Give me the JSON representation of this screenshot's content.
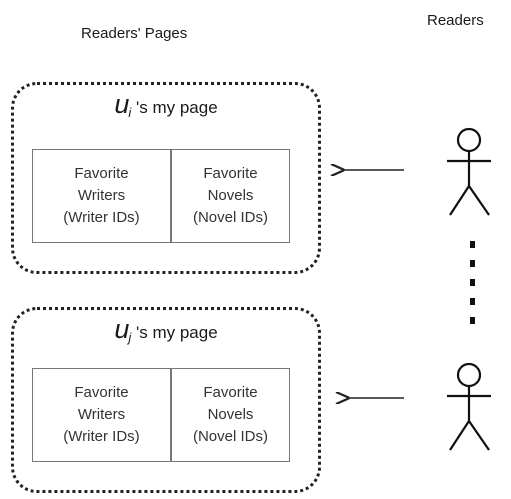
{
  "headings": {
    "left": "Readers' Pages",
    "right": "Readers"
  },
  "pages": [
    {
      "var": "u",
      "sub": "i",
      "suffix": " 's my page",
      "cells": [
        [
          "Favorite",
          "Writers",
          "(Writer IDs)"
        ],
        [
          "Favorite",
          "Novels",
          "(Novel IDs)"
        ]
      ]
    },
    {
      "var": "u",
      "sub": "j",
      "suffix": " 's my page",
      "cells": [
        [
          "Favorite",
          "Writers",
          "(Writer IDs)"
        ],
        [
          "Favorite",
          "Novels",
          "(Novel IDs)"
        ]
      ]
    }
  ]
}
